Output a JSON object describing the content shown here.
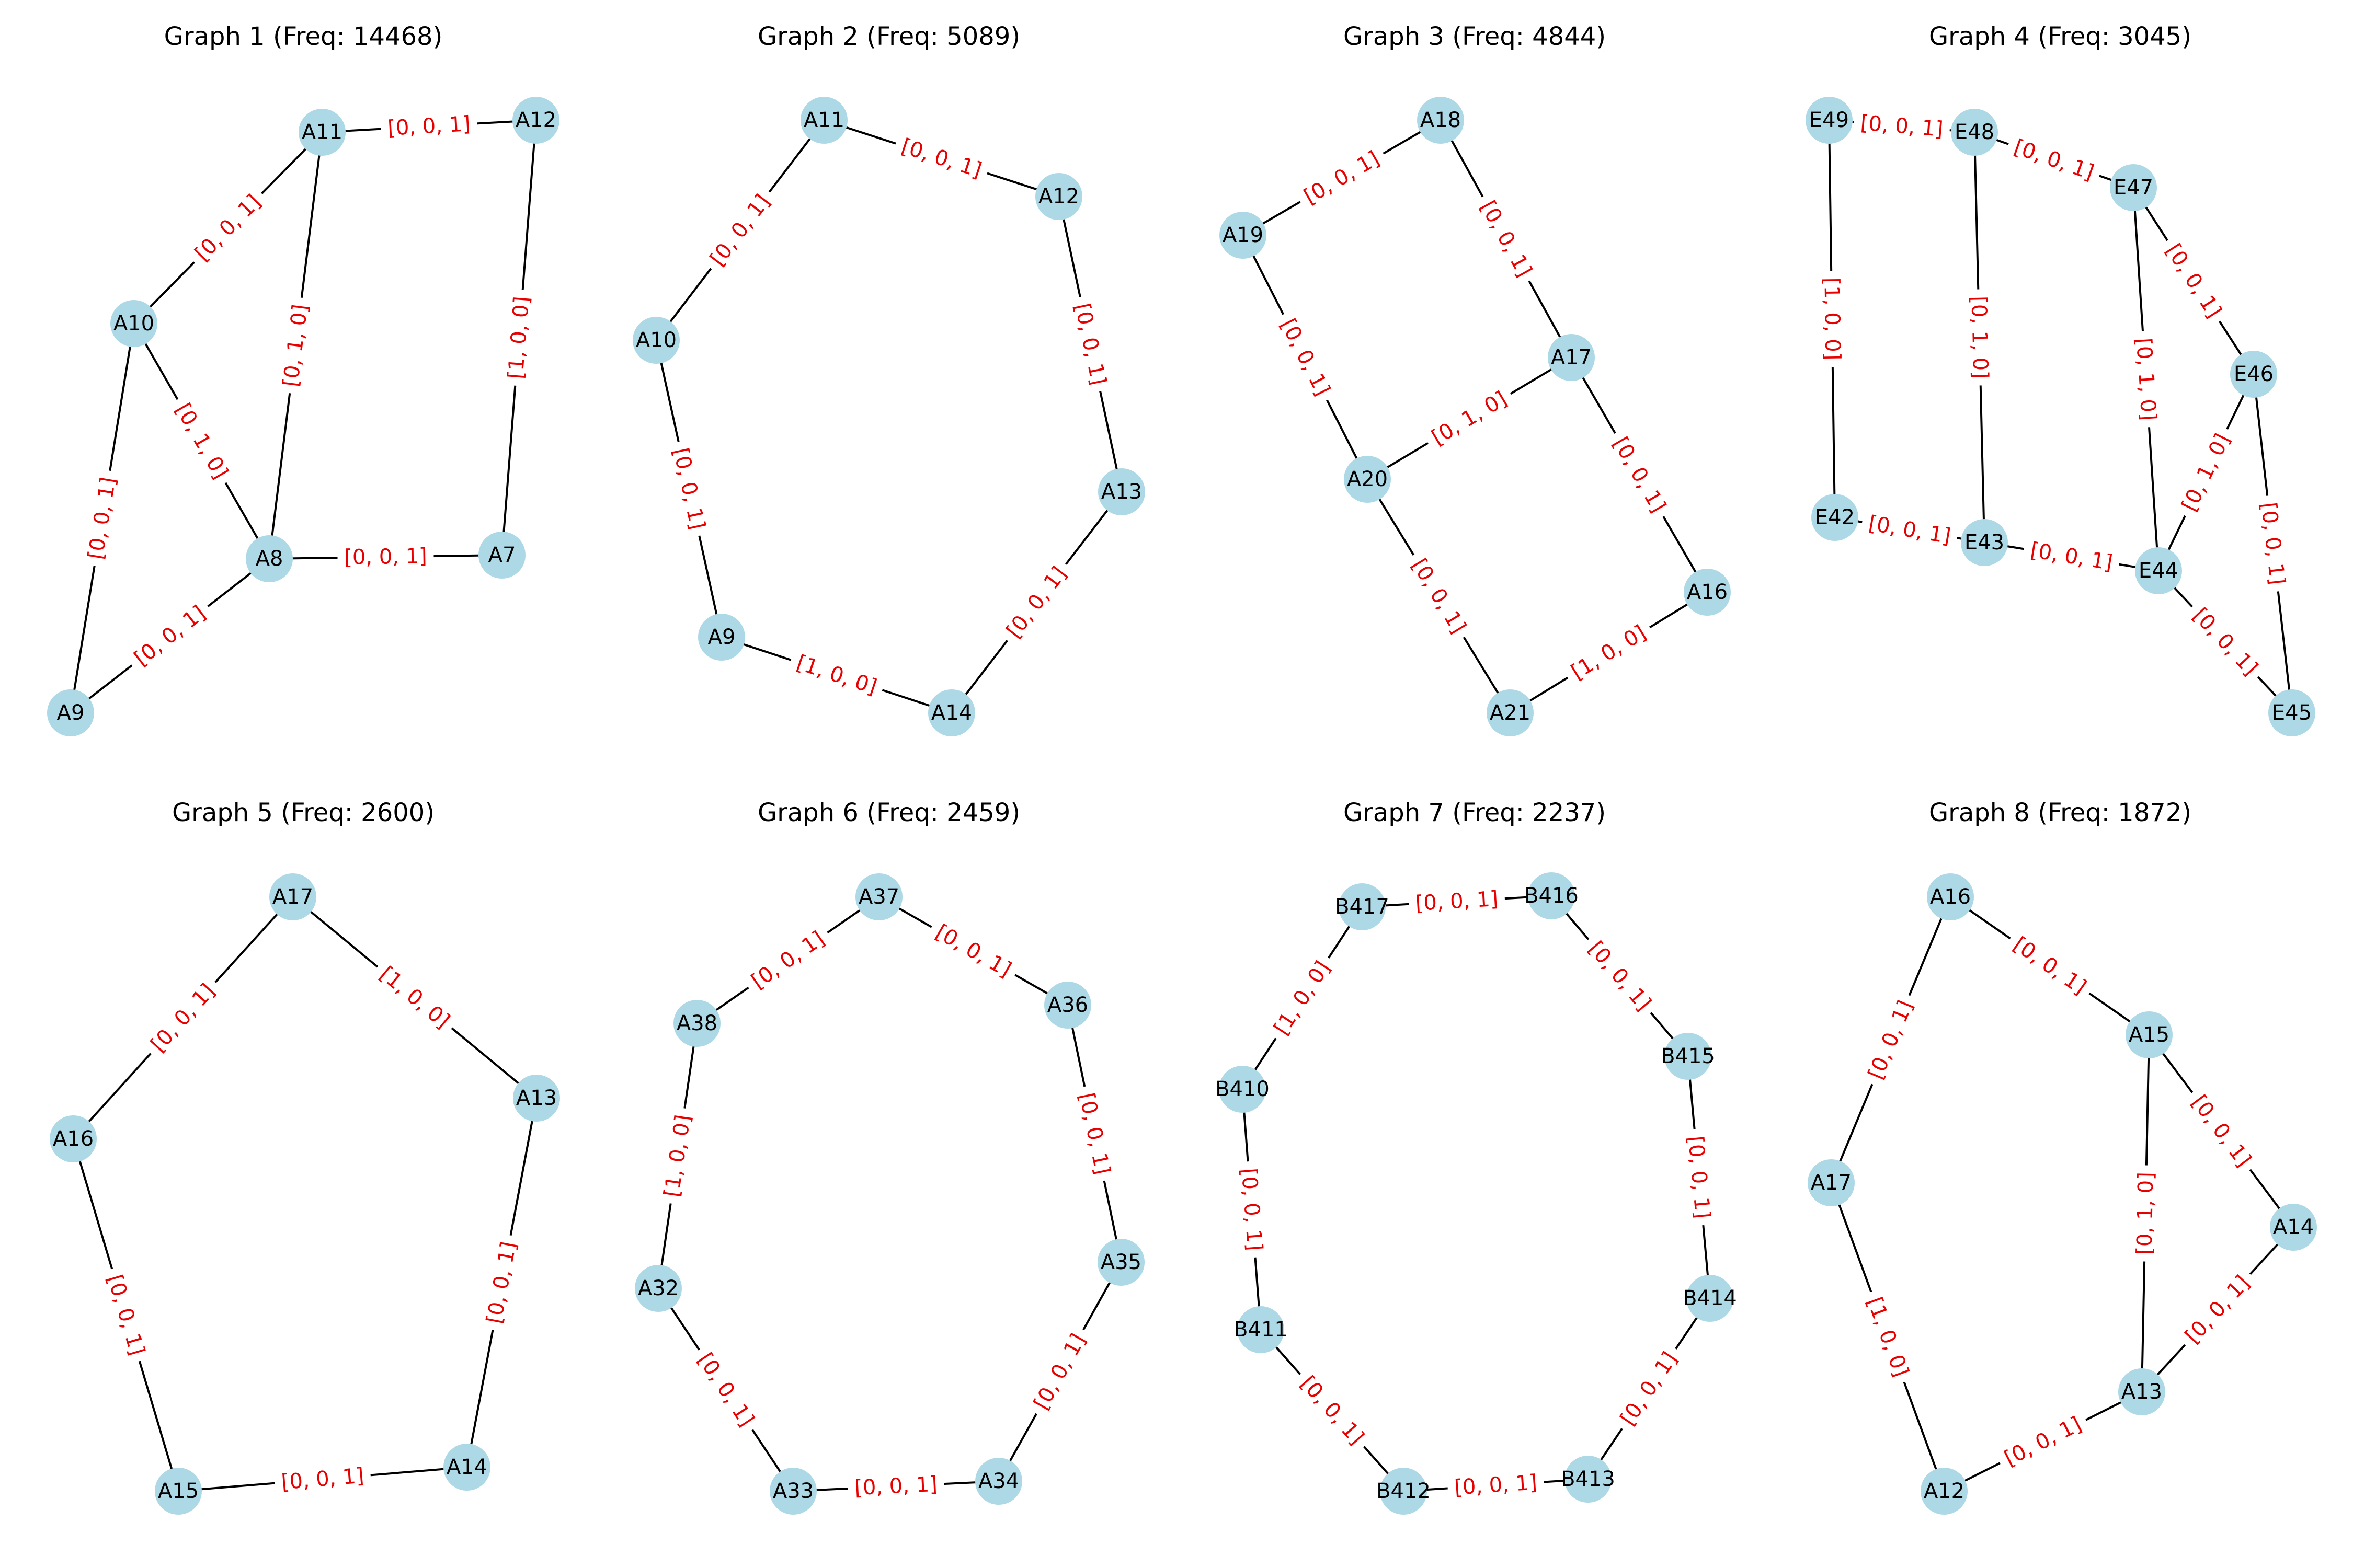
{
  "colors": {
    "node": "#add8e6",
    "edge": "#000000",
    "edge_label": "#e60000",
    "title": "#000000"
  },
  "graphs": [
    {
      "title": "Graph 1 (Freq: 14468)",
      "nodes": [
        "A11",
        "A12",
        "A10",
        "A8",
        "A7",
        "A9"
      ],
      "edges": [
        {
          "source": "A11",
          "target": "A12",
          "label": "[0, 0, 1]"
        },
        {
          "source": "A11",
          "target": "A10",
          "label": "[0, 0, 1]"
        },
        {
          "source": "A11",
          "target": "A8",
          "label": "[0, 1, 0]"
        },
        {
          "source": "A12",
          "target": "A7",
          "label": "[1, 0, 0]"
        },
        {
          "source": "A10",
          "target": "A8",
          "label": "[0, 1, 0]"
        },
        {
          "source": "A10",
          "target": "A9",
          "label": "[0, 0, 1]"
        },
        {
          "source": "A8",
          "target": "A7",
          "label": "[0, 0, 1]"
        },
        {
          "source": "A8",
          "target": "A9",
          "label": "[0, 0, 1]"
        }
      ]
    },
    {
      "title": "Graph 2 (Freq: 5089)",
      "nodes": [
        "A11",
        "A12",
        "A10",
        "A13",
        "A9",
        "A14"
      ],
      "edges": [
        {
          "source": "A11",
          "target": "A12",
          "label": "[0, 0, 1]"
        },
        {
          "source": "A11",
          "target": "A10",
          "label": "[0, 0, 1]"
        },
        {
          "source": "A12",
          "target": "A13",
          "label": "[0, 0, 1]"
        },
        {
          "source": "A10",
          "target": "A9",
          "label": "[0, 0, 1]"
        },
        {
          "source": "A9",
          "target": "A14",
          "label": "[1, 0, 0]"
        },
        {
          "source": "A13",
          "target": "A14",
          "label": "[0, 0, 1]"
        }
      ]
    },
    {
      "title": "Graph 3 (Freq: 4844)",
      "nodes": [
        "A18",
        "A19",
        "A17",
        "A20",
        "A16",
        "A21"
      ],
      "edges": [
        {
          "source": "A18",
          "target": "A19",
          "label": "[0, 0, 1]"
        },
        {
          "source": "A18",
          "target": "A17",
          "label": "[0, 0, 1]"
        },
        {
          "source": "A19",
          "target": "A20",
          "label": "[0, 0, 1]"
        },
        {
          "source": "A20",
          "target": "A17",
          "label": "[0, 1, 0]"
        },
        {
          "source": "A17",
          "target": "A16",
          "label": "[0, 0, 1]"
        },
        {
          "source": "A20",
          "target": "A21",
          "label": "[0, 0, 1]"
        },
        {
          "source": "A21",
          "target": "A16",
          "label": "[1, 0, 0]"
        }
      ]
    },
    {
      "title": "Graph 4 (Freq: 3045)",
      "nodes": [
        "E49",
        "E48",
        "E47",
        "E46",
        "E42",
        "E43",
        "E44",
        "E45"
      ],
      "edges": [
        {
          "source": "E49",
          "target": "E48",
          "label": "[0, 0, 1]"
        },
        {
          "source": "E48",
          "target": "E47",
          "label": "[0, 0, 1]"
        },
        {
          "source": "E47",
          "target": "E46",
          "label": "[0, 0, 1]"
        },
        {
          "source": "E49",
          "target": "E42",
          "label": "[1, 0, 0]"
        },
        {
          "source": "E48",
          "target": "E43",
          "label": "[0, 1, 0]"
        },
        {
          "source": "E47",
          "target": "E44",
          "label": "[0, 1, 0]"
        },
        {
          "source": "E46",
          "target": "E44",
          "label": "[0, 1, 0]"
        },
        {
          "source": "E46",
          "target": "E45",
          "label": "[0, 0, 1]"
        },
        {
          "source": "E42",
          "target": "E43",
          "label": "[0, 0, 1]"
        },
        {
          "source": "E43",
          "target": "E44",
          "label": "[0, 0, 1]"
        },
        {
          "source": "E44",
          "target": "E45",
          "label": "[0, 0, 1]"
        }
      ]
    },
    {
      "title": "Graph 5 (Freq: 2600)",
      "nodes": [
        "A17",
        "A16",
        "A13",
        "A15",
        "A14"
      ],
      "edges": [
        {
          "source": "A17",
          "target": "A16",
          "label": "[0, 0, 1]"
        },
        {
          "source": "A17",
          "target": "A13",
          "label": "[1, 0, 0]"
        },
        {
          "source": "A16",
          "target": "A15",
          "label": "[0, 0, 1]"
        },
        {
          "source": "A13",
          "target": "A14",
          "label": "[0, 0, 1]"
        },
        {
          "source": "A15",
          "target": "A14",
          "label": "[0, 0, 1]"
        }
      ]
    },
    {
      "title": "Graph 6 (Freq: 2459)",
      "nodes": [
        "A37",
        "A38",
        "A36",
        "A32",
        "A35",
        "A33",
        "A34"
      ],
      "edges": [
        {
          "source": "A37",
          "target": "A38",
          "label": "[0, 0, 1]"
        },
        {
          "source": "A37",
          "target": "A36",
          "label": "[0, 0, 1]"
        },
        {
          "source": "A38",
          "target": "A32",
          "label": "[1, 0, 0]"
        },
        {
          "source": "A36",
          "target": "A35",
          "label": "[0, 0, 1]"
        },
        {
          "source": "A32",
          "target": "A33",
          "label": "[0, 0, 1]"
        },
        {
          "source": "A35",
          "target": "A34",
          "label": "[0, 0, 1]"
        },
        {
          "source": "A33",
          "target": "A34",
          "label": "[0, 0, 1]"
        }
      ]
    },
    {
      "title": "Graph 7 (Freq: 2237)",
      "nodes": [
        "B417",
        "B416",
        "B415",
        "B410",
        "B414",
        "B411",
        "B412",
        "B413"
      ],
      "edges": [
        {
          "source": "B417",
          "target": "B416",
          "label": "[0, 0, 1]"
        },
        {
          "source": "B416",
          "target": "B415",
          "label": "[0, 0, 1]"
        },
        {
          "source": "B417",
          "target": "B410",
          "label": "[1, 0, 0]"
        },
        {
          "source": "B415",
          "target": "B414",
          "label": "[0, 0, 1]"
        },
        {
          "source": "B410",
          "target": "B411",
          "label": "[0, 0, 1]"
        },
        {
          "source": "B414",
          "target": "B413",
          "label": "[0, 0, 1]"
        },
        {
          "source": "B411",
          "target": "B412",
          "label": "[0, 0, 1]"
        },
        {
          "source": "B412",
          "target": "B413",
          "label": "[0, 0, 1]"
        }
      ]
    },
    {
      "title": "Graph 8 (Freq: 1872)",
      "nodes": [
        "A16",
        "A15",
        "A17",
        "A14",
        "A13",
        "A12"
      ],
      "edges": [
        {
          "source": "A16",
          "target": "A15",
          "label": "[0, 0, 1]"
        },
        {
          "source": "A16",
          "target": "A17",
          "label": "[0, 0, 1]"
        },
        {
          "source": "A15",
          "target": "A14",
          "label": "[0, 0, 1]"
        },
        {
          "source": "A15",
          "target": "A13",
          "label": "[0, 1, 0]"
        },
        {
          "source": "A17",
          "target": "A12",
          "label": "[1, 0, 0]"
        },
        {
          "source": "A14",
          "target": "A13",
          "label": "[0, 0, 1]"
        },
        {
          "source": "A12",
          "target": "A13",
          "label": "[0, 0, 1]"
        }
      ]
    }
  ]
}
